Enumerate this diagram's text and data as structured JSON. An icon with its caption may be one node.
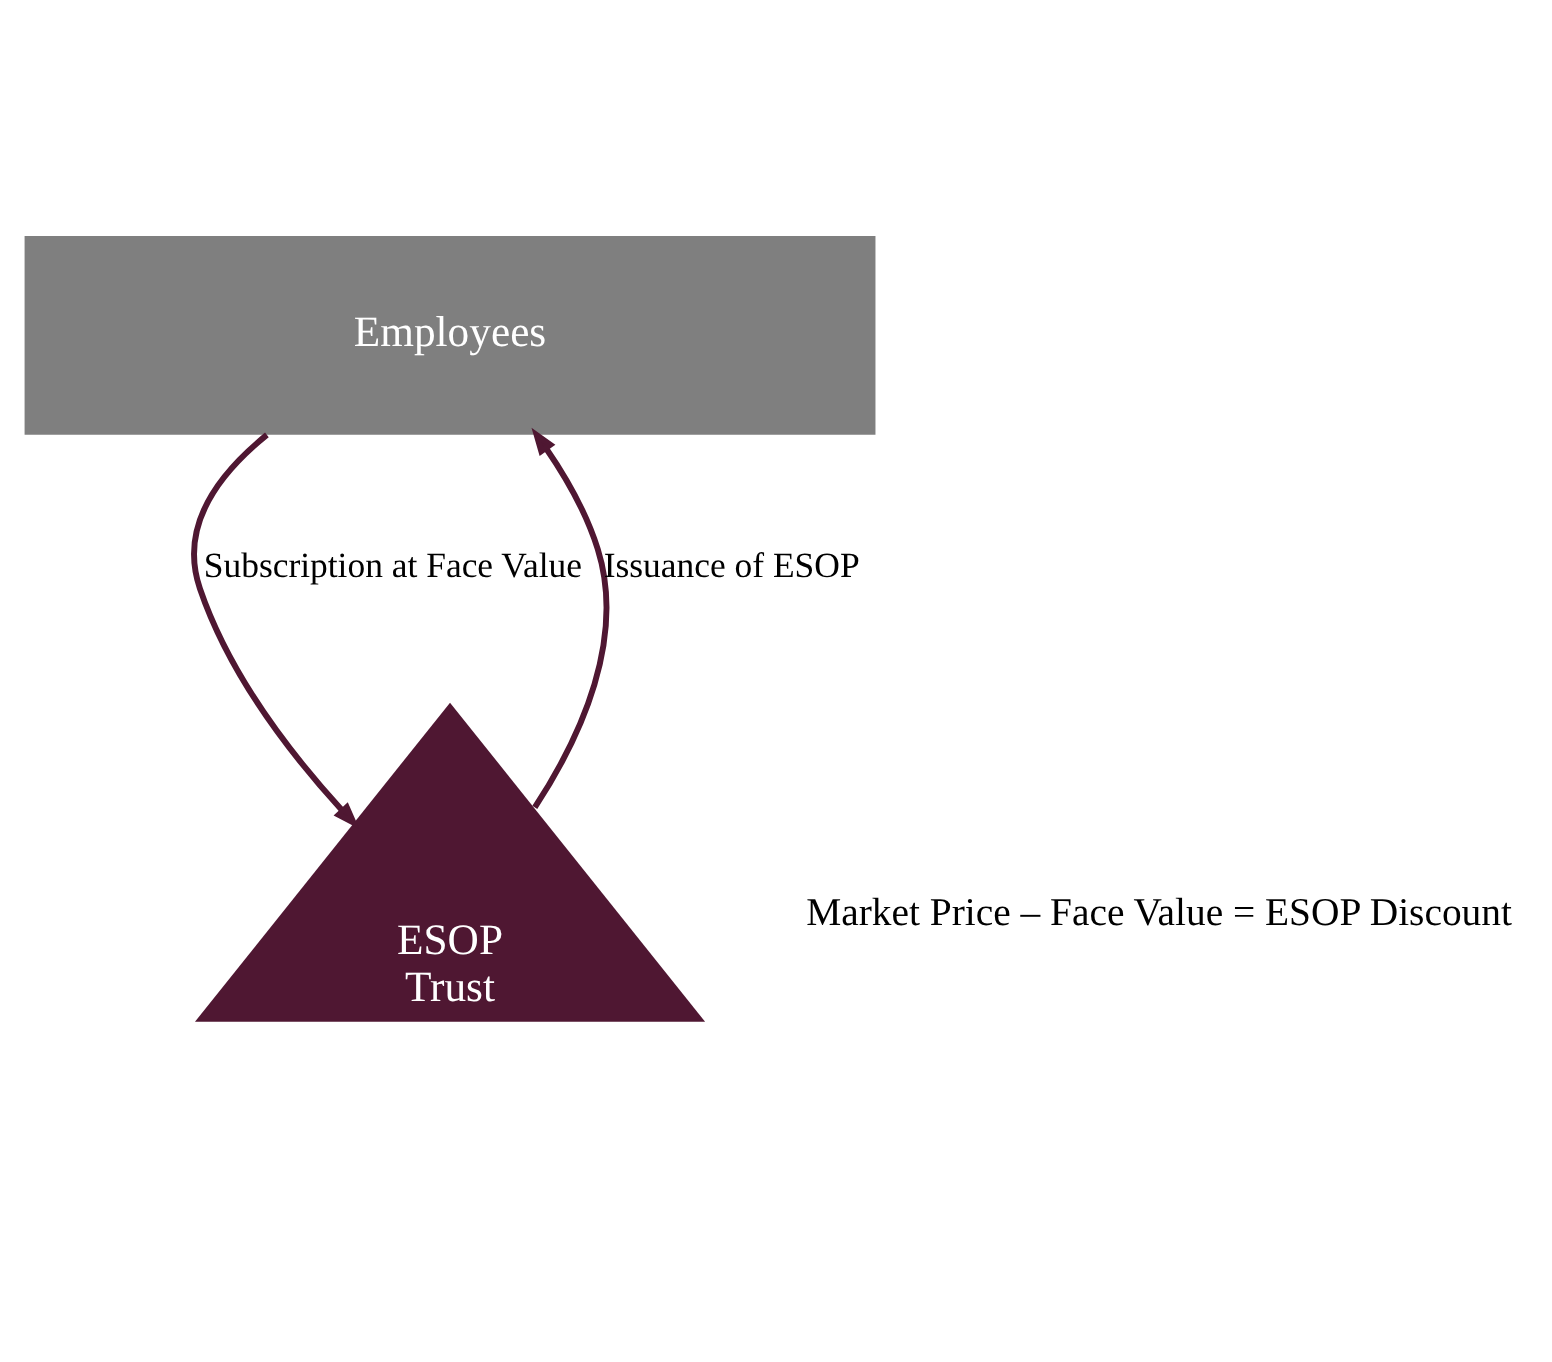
{
  "diagram": {
    "nodes": [
      {
        "text": [
          "Employees"
        ]
      },
      {
        "text": [
          "ESOP Trust"
        ],
        "beside": [
          "Market Price – Face Value = ESOP Discount"
        ]
      }
    ],
    "edges": [
      {
        "from": 0,
        "to": 1,
        "arrow": "to",
        "label": "Subscription at Face Value"
      },
      {
        "from": 1,
        "to": 0,
        "arrow": "to",
        "label": "Issuance of ESOP"
      }
    ]
  }
}
